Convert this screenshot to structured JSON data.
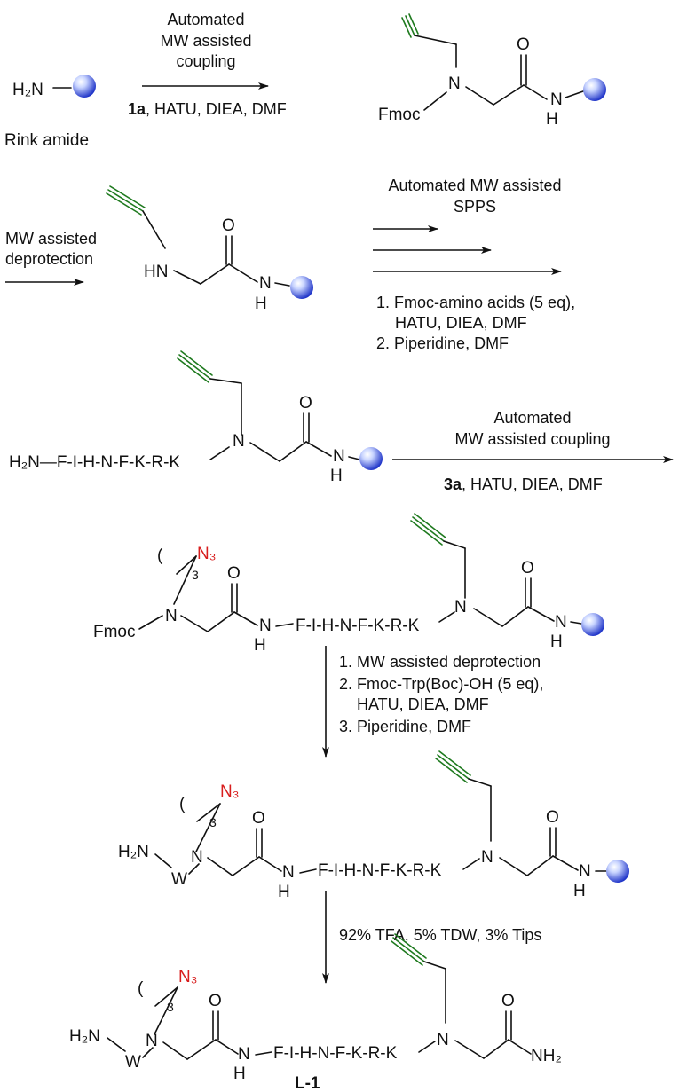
{
  "colors": {
    "bond": "#111111",
    "alkyne": "#1f7a1f",
    "azide": "#d81e1e",
    "bead_light": "#c8d4ff",
    "bead_dark": "#1f34c8"
  },
  "labels": {
    "h": "H",
    "n": "N",
    "o": "O",
    "h2n": "H₂N",
    "hn": "HN",
    "nh2": "NH₂",
    "fmoc": "Fmoc",
    "w": "W",
    "n3": "N₃",
    "sub3": "3",
    "paren": "(",
    "peptide": "F-I-H-N-F-K-R-K",
    "peptide_linked": "H₂N—F-I-H-N-F-K-R-K",
    "peptide_hfirst": "NH—F-I-H-N-F-K-R-K",
    "rink": "Rink amide",
    "compound": "L-1"
  },
  "steps": {
    "s1": {
      "line1": "Automated",
      "line2": "MW assisted",
      "line3": "coupling",
      "reagent_bold": "1a",
      "reagent_rest": ", HATU, DIEA, DMF"
    },
    "s2": {
      "line1": "MW assisted",
      "line2": "deprotection"
    },
    "s3": {
      "line1": "Automated MW assisted",
      "line2": "SPPS",
      "c1": "1. Fmoc-amino acids (5 eq),",
      "c1b": "HATU, DIEA, DMF",
      "c2": "2. Piperidine, DMF"
    },
    "s4": {
      "line1": "Automated",
      "line2": "MW assisted coupling",
      "reagent_bold": "3a",
      "reagent_rest": ", HATU, DIEA, DMF"
    },
    "s5": {
      "c1": "1. MW assisted deprotection",
      "c2": "2. Fmoc-Trp(Boc)-OH (5 eq),",
      "c2b": "HATU, DIEA, DMF",
      "c3": "3. Piperidine, DMF"
    },
    "s6": {
      "c1": "92% TFA, 5% TDW, 3% Tips"
    }
  }
}
